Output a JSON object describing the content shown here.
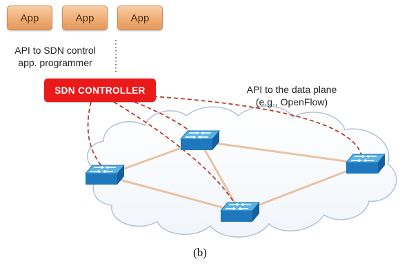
{
  "apps": [
    "App",
    "App",
    "App"
  ],
  "northbound_api": {
    "lines": [
      "API to SDN control",
      "app. programmer"
    ]
  },
  "controller": {
    "label": "SDN CONTROLLER",
    "color": "#ea1a1a"
  },
  "southbound_api": {
    "lines": [
      "API to the data plane",
      "(e.g., OpenFlow)"
    ]
  },
  "switches": [
    "switch",
    "switch",
    "switch",
    "switch"
  ],
  "colors": {
    "app_fill": "#eeaa72",
    "control_link": "#b83a2c",
    "data_link": "#e8c2a0",
    "cloud_stroke": "#b3c1d6",
    "switch_top": "#4aa3d6",
    "switch_side": "#1b6fb0"
  },
  "caption": "(b)"
}
